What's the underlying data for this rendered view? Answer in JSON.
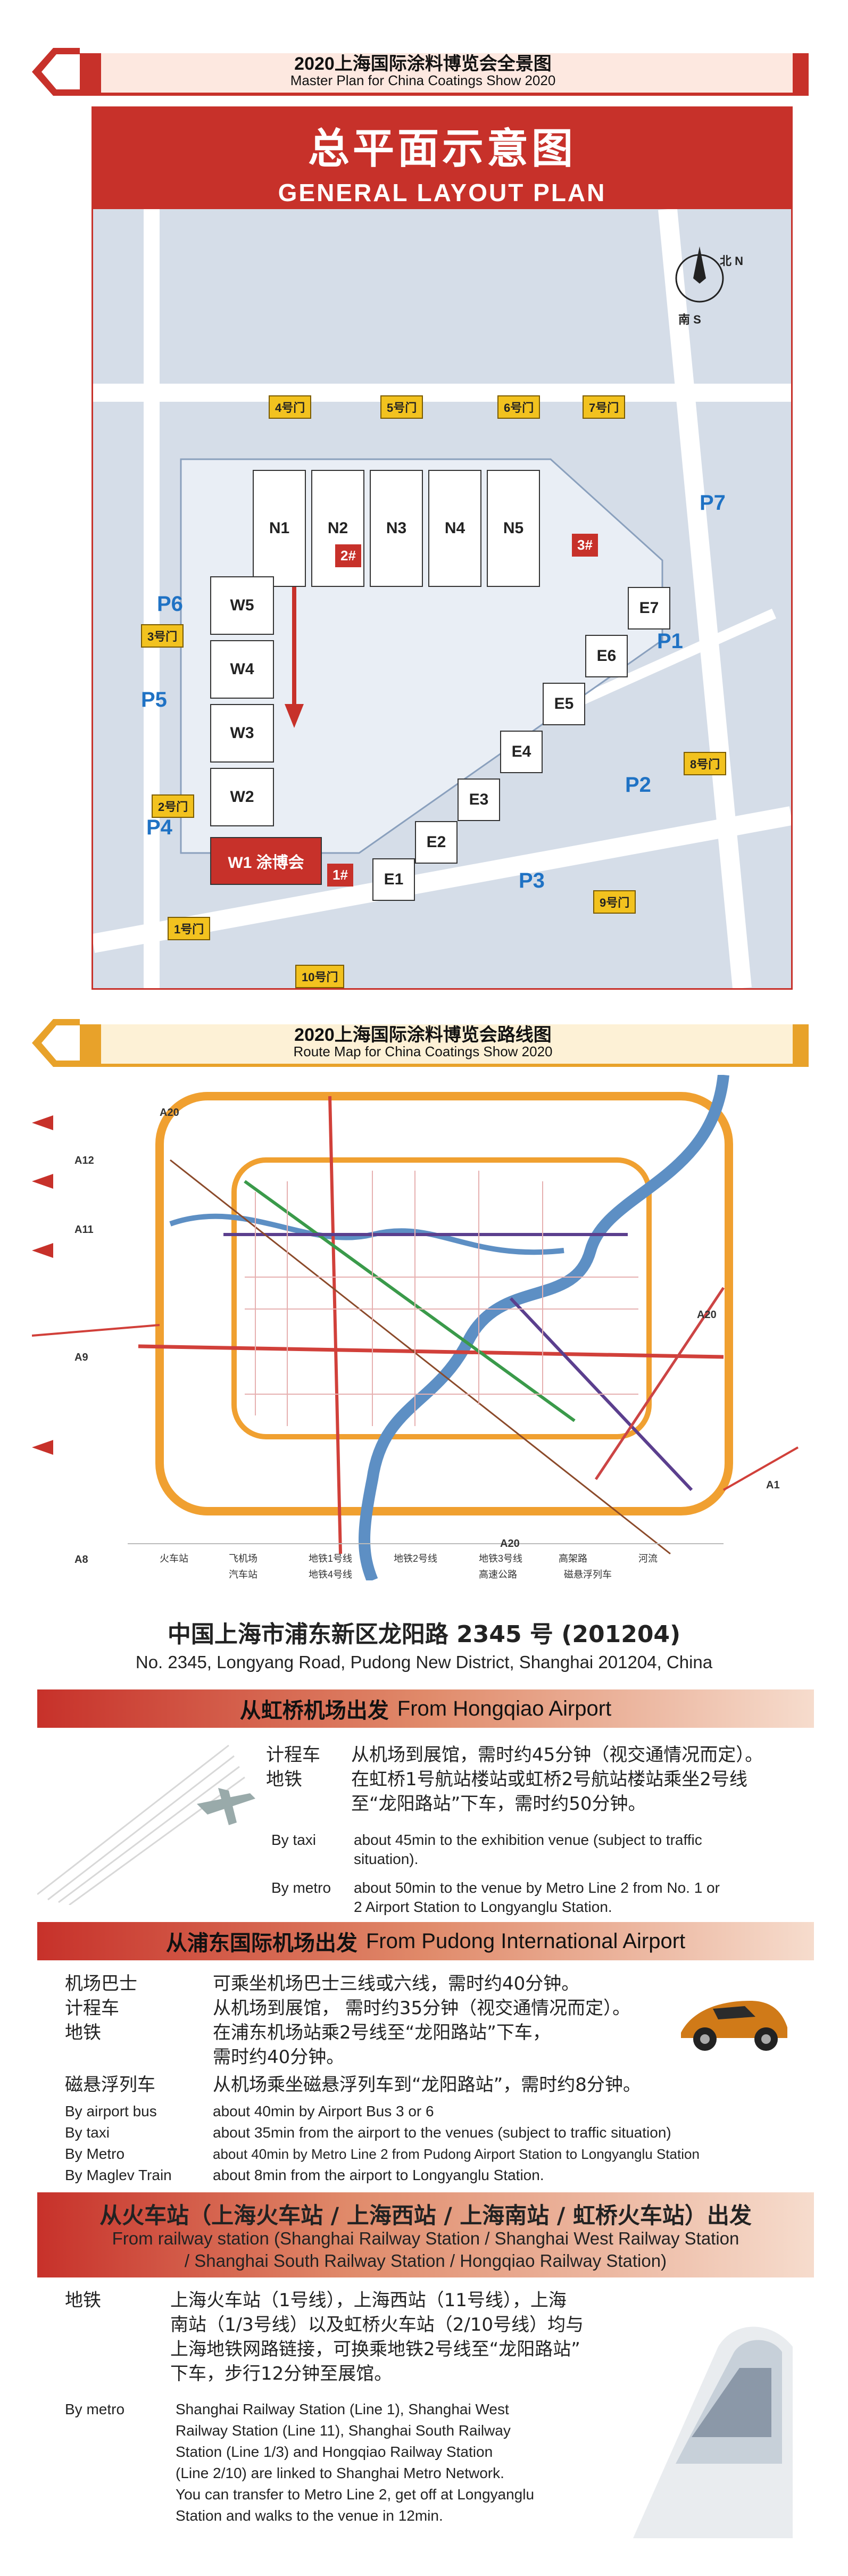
{
  "plan_banner": {
    "cn": "2020上海国际涂料博览会全景图",
    "en": "Master Plan for China Coatings Show 2020"
  },
  "plan": {
    "title_cn": "总平面示意图",
    "title_en": "GENERAL LAYOUT PLAN",
    "compass": {
      "n": "北 N",
      "s": "南 S"
    },
    "north_halls": [
      "N1",
      "N2",
      "N3",
      "N4",
      "N5"
    ],
    "west_halls": [
      "W5",
      "W4",
      "W3",
      "W2",
      "W1 涂博会"
    ],
    "east_halls": [
      "E7",
      "E6",
      "E5",
      "E4",
      "E3",
      "E2",
      "E1"
    ],
    "parking": [
      "P1",
      "P2",
      "P3",
      "P4",
      "P5",
      "P6",
      "P7"
    ],
    "entrances": [
      "1#",
      "2#",
      "3#"
    ],
    "gates": [
      "1号门",
      "2号门",
      "3号门",
      "4号门",
      "5号门",
      "6号门",
      "7号门",
      "8号门",
      "9号门",
      "10号门"
    ]
  },
  "route_banner": {
    "cn": "2020上海国际涂料博览会路线图",
    "en": "Route Map for China Coatings Show 2020"
  },
  "route": {
    "roads": [
      "A20",
      "A12",
      "A11",
      "A9",
      "A8",
      "A1",
      "A20",
      "A20"
    ],
    "legend": [
      "火车站",
      "飞机场",
      "地铁1号线",
      "地铁2号线",
      "地铁3号线",
      "高架路",
      "河流",
      "磁悬浮列车",
      "地铁4号线",
      "汽车站",
      "高速公路"
    ],
    "colors": {
      "orange": "#f0a030",
      "blue": "#5d8fc4",
      "red": "#d1403a",
      "purple": "#5b3f8e",
      "green": "#3a9a4a",
      "brown": "#8b4a2a"
    }
  },
  "address": {
    "cn": "中国上海市浦东新区龙阳路 2345 号 (201204)",
    "en": "No. 2345, Longyang Road, Pudong New District, Shanghai 201204, China"
  },
  "hongqiao": {
    "title_cn": "从虹桥机场出发",
    "title_en": "From Hongqiao Airport",
    "cn": [
      {
        "k": "计程车",
        "v": "从机场到展馆，需时约45分钟（视交通情况而定）。"
      },
      {
        "k": "地铁",
        "v": "在虹桥1号航站楼站或虹桥2号航站楼站乘坐2号线"
      },
      {
        "k": "",
        "v": "至“龙阳路站”下车，需时约50分钟。"
      }
    ],
    "en": [
      {
        "k": "By taxi",
        "v": "about 45min to the exhibition venue (subject to traffic"
      },
      {
        "k": "",
        "v": "situation)."
      },
      {
        "k": "By metro",
        "v": "about 50min to the venue by Metro Line 2 from No. 1 or"
      },
      {
        "k": "",
        "v": "2 Airport Station to Longyanglu Station."
      }
    ]
  },
  "pudong": {
    "title_cn": "从浦东国际机场出发",
    "title_en": "From Pudong International Airport",
    "cn": [
      {
        "k": "机场巴士",
        "v": "可乘坐机场巴士三线或六线，需时约40分钟。"
      },
      {
        "k": "计程车",
        "v": "从机场到展馆， 需时约35分钟（视交通情况而定）。"
      },
      {
        "k": "地铁",
        "v": "在浦东机场站乘2号线至“龙阳路站”下车，"
      },
      {
        "k": "",
        "v": "需时约40分钟。"
      },
      {
        "k": "磁悬浮列车",
        "v": "从机场乘坐磁悬浮列车到“龙阳路站”，需时约8分钟。"
      }
    ],
    "en": [
      {
        "k": "By airport bus",
        "v": "about 40min by Airport Bus 3 or 6"
      },
      {
        "k": "By taxi",
        "v": "about 35min from the airport to the venues (subject to traffic situation)"
      },
      {
        "k": "By Metro",
        "v": "about 40min by Metro Line 2 from Pudong Airport Station to Longyanglu Station"
      },
      {
        "k": "By Maglev Train",
        "v": "about 8min from the airport to Longyanglu Station."
      }
    ]
  },
  "railway": {
    "title_cn": "从火车站（上海火车站 / 上海西站 / 上海南站 / 虹桥火车站）出发",
    "title_en_1": "From railway station (Shanghai Railway Station / Shanghai West Railway Station",
    "title_en_2": "/ Shanghai South Railway Station / Hongqiao Railway Station)",
    "cn_label": "地铁",
    "cn": [
      "上海火车站（1号线），上海西站（11号线），上海",
      "南站（1/3号线）以及虹桥火车站（2/10号线）均与",
      "上海地铁网路链接，可换乘地铁2号线至“龙阳路站”",
      "下车，步行12分钟至展馆。"
    ],
    "en_label": "By metro",
    "en": [
      "Shanghai Railway Station (Line 1), Shanghai West",
      "Railway Station (Line 11), Shanghai South Railway",
      "Station (Line 1/3) and Hongqiao Railway Station",
      "(Line 2/10) are linked to Shanghai Metro Network.",
      "You can transfer to Metro Line 2, get off at Longyanglu",
      "Station and walks to the venue in 12min."
    ]
  }
}
